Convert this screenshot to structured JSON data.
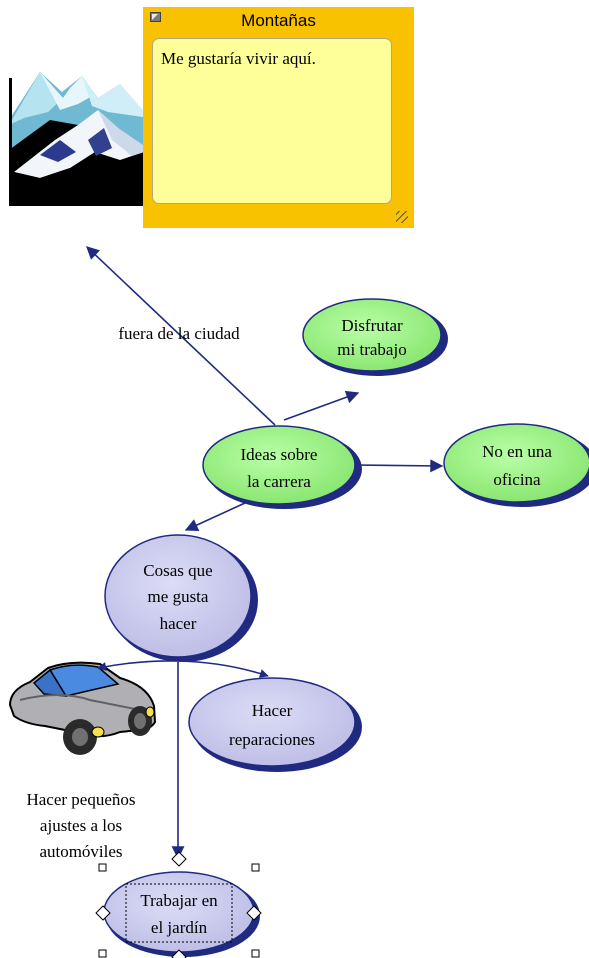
{
  "note": {
    "title": "Montañas",
    "text": "Me gustaría vivir aquí."
  },
  "links": {
    "to_mountains": "fuera de la ciudad"
  },
  "nodes": {
    "enjoy": [
      "Disfrutar",
      "mi trabajo"
    ],
    "career": [
      "Ideas sobre",
      "la carrera"
    ],
    "office": [
      "No en una",
      "oficina"
    ],
    "likes": [
      "Cosas que",
      "me gusta",
      "hacer"
    ],
    "repairs": [
      "Hacer",
      "reparaciones"
    ],
    "garden": [
      "Trabajar en",
      "el jardín"
    ]
  },
  "car_caption": [
    "Hacer pequeños",
    "ajustes a los",
    "automóviles"
  ],
  "icons": {
    "mountains": "mountains-clipart-icon",
    "car": "car-clipart-icon"
  },
  "colors": {
    "green_node": "#9ef08a",
    "purple_node": "#c8c8ec",
    "arrow": "#1f2a80",
    "note_frame": "#f9c200",
    "note_body": "#ffff99"
  }
}
